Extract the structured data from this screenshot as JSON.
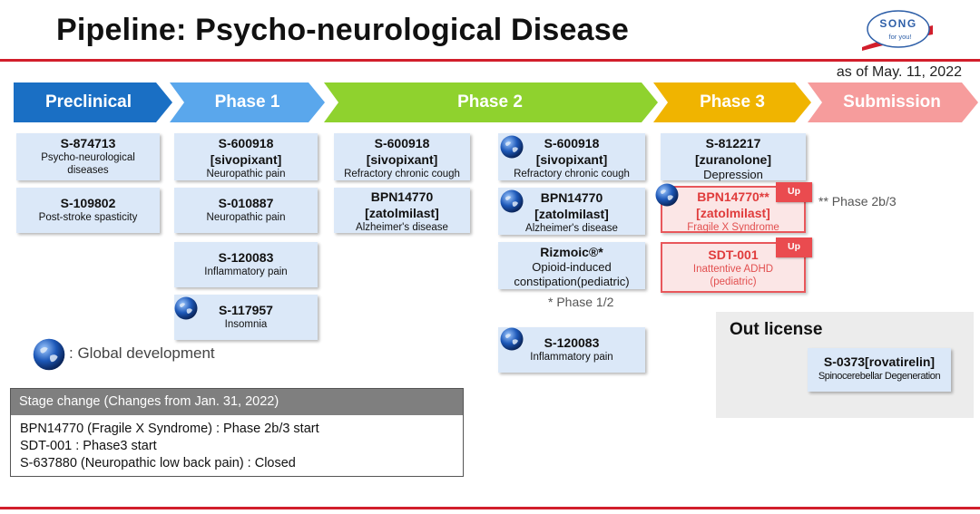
{
  "header": {
    "title": "Pipeline: Psycho-neurological Disease",
    "logo_line1": "SONG",
    "logo_line2": "for you!",
    "as_of": "as of May. 11, 2022"
  },
  "colors": {
    "preclinical": "#1a6fc4",
    "phase1": "#5aa7ec",
    "phase2": "#8fd22e",
    "phase3": "#f0b400",
    "submission": "#f69c9c",
    "card": "#dbe8f8",
    "accent_red": "#d21e2b"
  },
  "stages": [
    "Preclinical",
    "Phase 1",
    "Phase 2",
    "Phase 3",
    "Submission"
  ],
  "preclinical": [
    {
      "code": "S-874713",
      "desc": "Psycho-neurological diseases"
    },
    {
      "code": "S-109802",
      "desc": "Post-stroke spasticity"
    }
  ],
  "phase1": [
    {
      "code": "S-600918",
      "sub": "[sivopixant]",
      "desc": "Neuropathic pain"
    },
    {
      "code": "S-010887",
      "desc": "Neuropathic pain"
    },
    {
      "code": "S-120083",
      "desc": "Inflammatory pain"
    },
    {
      "code": "S-117957",
      "desc": "Insomnia",
      "global": true
    }
  ],
  "phase2_left": [
    {
      "code": "S-600918",
      "sub": "[sivopixant]",
      "desc": "Refractory chronic cough"
    },
    {
      "code": "BPN14770",
      "sub": "[zatolmilast]",
      "desc": "Alzheimer's disease"
    }
  ],
  "phase2_right": [
    {
      "code": "S-600918",
      "sub": "[sivopixant]",
      "desc": "Refractory chronic cough",
      "global": true
    },
    {
      "code": "BPN14770",
      "sub": "[zatolmilast]",
      "desc": "Alzheimer's disease",
      "global": true
    },
    {
      "code": "Rizmoic®*",
      "desc1": "Opioid-induced",
      "desc2": "constipation(pediatric)"
    },
    {
      "code": "S-120083",
      "desc": "Inflammatory pain",
      "global": true
    }
  ],
  "phase2_note": "* Phase 1/2",
  "phase3": [
    {
      "code": "S-812217",
      "sub": "[zuranolone]",
      "desc": "Depression"
    },
    {
      "code": "BPN14770**",
      "sub": "[zatolmilast]",
      "desc": "Fragile X Syndrome",
      "badge": "Up",
      "global": true
    },
    {
      "code": "SDT-001",
      "desc1": "Inattentive ADHD",
      "desc2": "(pediatric)",
      "badge": "Up"
    }
  ],
  "phase3_note": "** Phase 2b/3",
  "legend": ": Global development",
  "out_license": {
    "title": "Out license",
    "code": "S-0373[rovatirelin]",
    "desc": "Spinocerebellar Degeneration"
  },
  "stage_change": {
    "header": "Stage change (Changes from Jan. 31, 2022)",
    "lines": [
      "BPN14770 (Fragile X Syndrome) : Phase 2b/3 start",
      "SDT-001 : Phase3 start",
      "S-637880 (Neuropathic low back pain) : Closed"
    ]
  }
}
